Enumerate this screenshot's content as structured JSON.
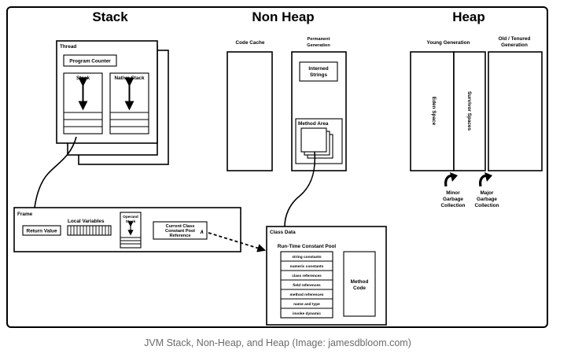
{
  "sections": {
    "stack": "Stack",
    "non_heap": "Non Heap",
    "heap": "Heap"
  },
  "thread": {
    "title": "Thread",
    "program_counter": "Program Counter",
    "stack": "Stack",
    "native_stack": "Native Stack"
  },
  "non_heap": {
    "code_cache": "Code Cache",
    "permanent_generation": [
      "Permanent",
      "Generation"
    ],
    "interned_strings": [
      "Interned",
      "Strings"
    ],
    "method_area": "Method Area"
  },
  "heap": {
    "young_generation": "Young Generation",
    "old_generation": [
      "Old / Tenured",
      "Generation"
    ],
    "eden_space": "Eden Space",
    "survivor_spaces": "Survivor Spaces",
    "minor_gc": [
      "Minor",
      "Garbage",
      "Collection"
    ],
    "major_gc": [
      "Major",
      "Garbage",
      "Collection"
    ]
  },
  "frame": {
    "title": "Frame",
    "return_value": "Return Value",
    "local_variables": "Local Variables",
    "operand_stack": [
      "Operand",
      "Stack"
    ],
    "current_class": [
      "Current Class",
      "Constant Pool",
      "Reference"
    ]
  },
  "class_data": {
    "title": "Class Data",
    "pool_title": "Run-Time Constant Pool",
    "pool_items": [
      "string constants",
      "numeric constants",
      "class references",
      "field references",
      "method references",
      "name and type",
      "invoke dynamic"
    ],
    "method_code": [
      "Method",
      "Code"
    ]
  },
  "caption": "JVM Stack, Non-Heap, and Heap (Image: jamesdbloom.com)"
}
